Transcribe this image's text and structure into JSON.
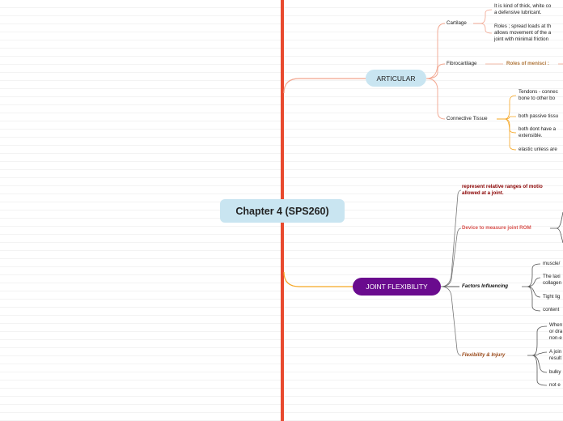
{
  "root": {
    "title": "Chapter 4 (SPS260)"
  },
  "articular": {
    "label": "ARTICULAR",
    "cartilage": {
      "label": "Cartilage",
      "desc1_line1": "It is kind of thick, white co",
      "desc1_line2": "a defensive lubricant.",
      "desc2_line1": "Roles ; spread loads at th",
      "desc2_line2": "allows movement of the a",
      "desc2_line3": "joint with minimal friction"
    },
    "fibrocartilage": {
      "label": "Fibrocartilage",
      "roles": "Roles of menisci :"
    },
    "connective": {
      "label": "Connective Tissue",
      "item1_line1": "Tendons - connec",
      "item1_line2": "bone to other bo",
      "item2": "both passive tissu",
      "item3_line1": "both dont have a",
      "item3_line2": "extensible.",
      "item4": "elastic unless are"
    }
  },
  "flexibility": {
    "label": "JOINT FLEXIBILITY",
    "represent_line1": "represent relative ranges of motio",
    "represent_line2": "allowed at a joint.",
    "device": "Device to measure joint ROM",
    "factors": {
      "label": "Factors Influencing",
      "item1": "muscle/",
      "item2_line1": "The laxi",
      "item2_line2": "collagen",
      "item3": "Tight lig",
      "item4": "content"
    },
    "injury": {
      "label": "Flexibility & Injury",
      "item1_line1": "When",
      "item1_line2": "or dra",
      "item1_line3": "non-e",
      "item2_line1": "A join",
      "item2_line2": "result",
      "item3": "bulky",
      "item4": "not e"
    }
  },
  "colors": {
    "trunk": "#e84a2f",
    "articular_branch": "#f2a58e",
    "flex_branch": "#f5a623",
    "flex_node": "#6a0b8e",
    "blue_node": "#c9e5f1",
    "dark_branch": "#555555"
  }
}
